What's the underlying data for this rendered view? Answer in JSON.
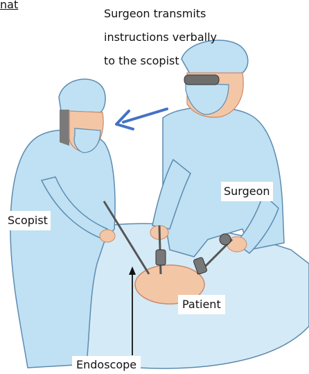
{
  "header_fragment": "nat",
  "labels": {
    "instruction": [
      "Surgeon transmits",
      "instructions verbally",
      "to the scopist"
    ],
    "surgeon": "Surgeon",
    "scopist": "Scopist",
    "patient": "Patient",
    "endoscope": "Endoscope"
  },
  "colors": {
    "gown": "#bfe1f3",
    "gown_outline": "#5d8ab0",
    "arrow": "#4472c4",
    "skin": "#f3c6a6",
    "drape": "#d4eaf6"
  }
}
